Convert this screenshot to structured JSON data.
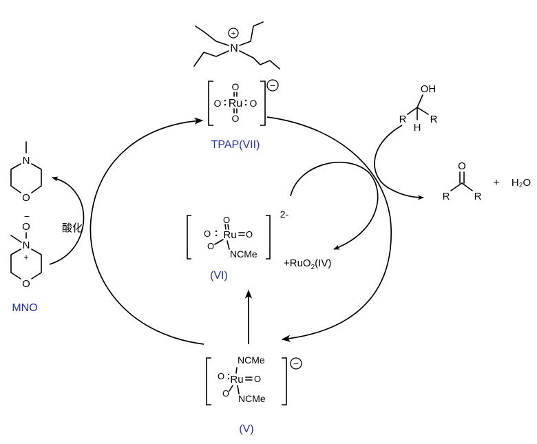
{
  "catalyst": {
    "label": "TPAP(VII)",
    "ru_center": "Ru",
    "oxo": "O",
    "cation_charge": "+",
    "cation_atom": "N",
    "charge": "−"
  },
  "substrate": {
    "oh": "OH",
    "r": "R",
    "h": "H"
  },
  "products": {
    "o": "O",
    "r": "R",
    "plus": "+",
    "water": "H₂O"
  },
  "intermediate_vi": {
    "label": "(VI)",
    "ru_center": "Ru",
    "oxo": "O",
    "ligand": "NCMe",
    "charge": "2-"
  },
  "byproduct": {
    "prefix": "+RuO",
    "sub": "2",
    "suffix": "(IV)"
  },
  "intermediate_v": {
    "label": "(V)",
    "ru_center": "Ru",
    "oxo": "O",
    "ligand": "NCMe",
    "charge": "−"
  },
  "oxidant": {
    "label": "MNO",
    "n": "N",
    "o": "O",
    "o_minus": "−",
    "n_plus": "+",
    "process": "酸化"
  },
  "nmm": {
    "n": "N",
    "o": "O"
  },
  "colors": {
    "label_blue": "#2431b8",
    "ink": "#000000"
  }
}
